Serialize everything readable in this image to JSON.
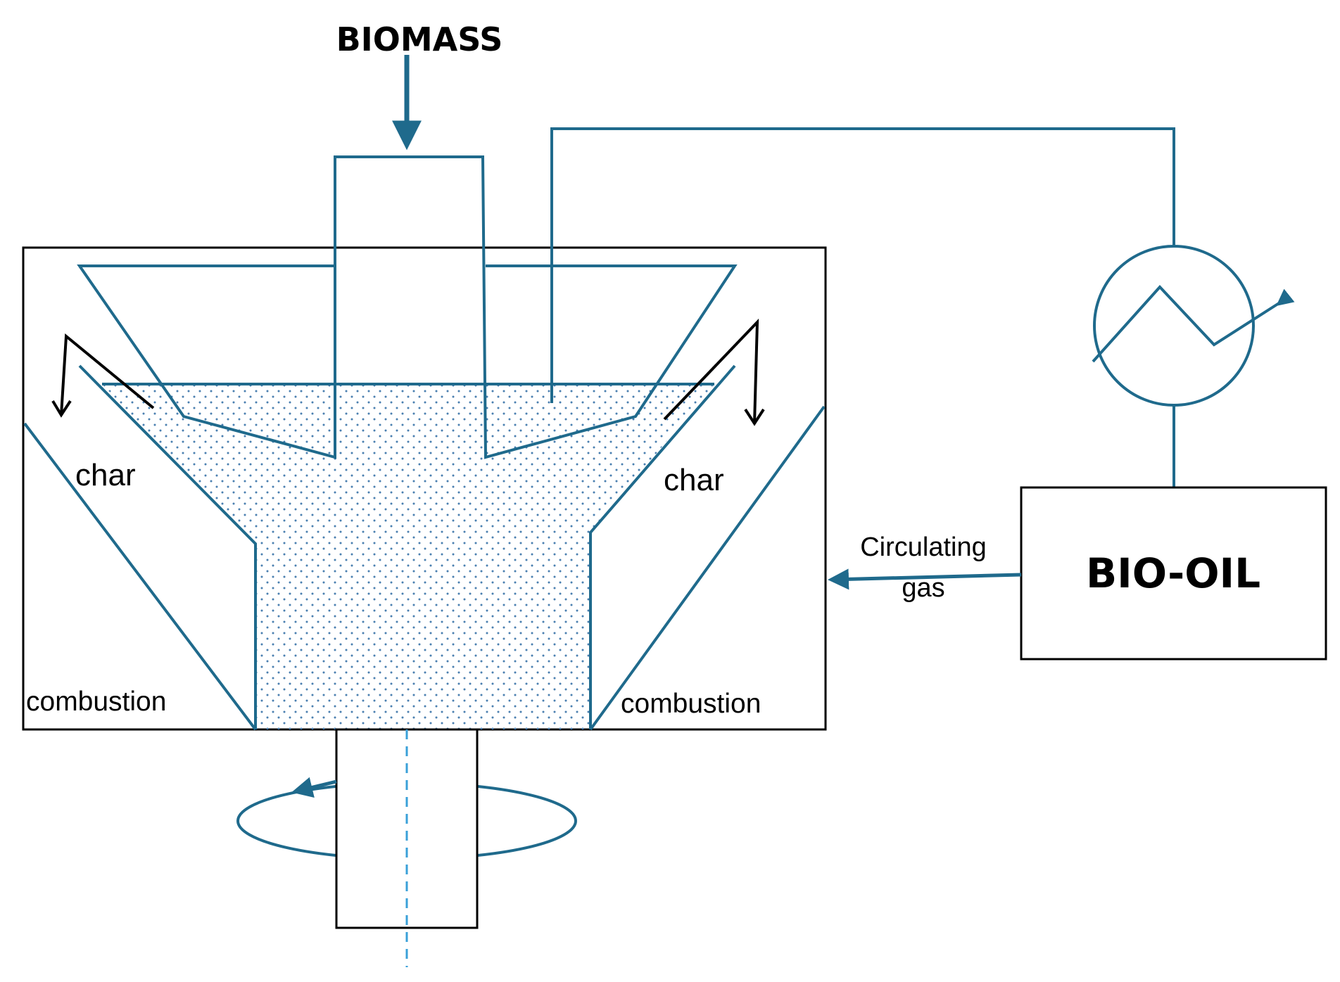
{
  "labels": {
    "biomass": "BIOMASS",
    "char_left": "char",
    "char_right": "char",
    "combustion_left": "combustion",
    "combustion_right": "combustion",
    "bio_oil": "BIO-OIL",
    "circulating_line1": "Circulating",
    "circulating_line2": "gas"
  },
  "colors": {
    "flow_line": "#1f6a8c",
    "outline": "#000000",
    "particles": "#4a7fb0",
    "axis_dash": "#3aa0d8"
  },
  "icons": {
    "heat_exchanger": "heat-exchanger-icon",
    "rotation": "rotation-arrow-icon"
  }
}
